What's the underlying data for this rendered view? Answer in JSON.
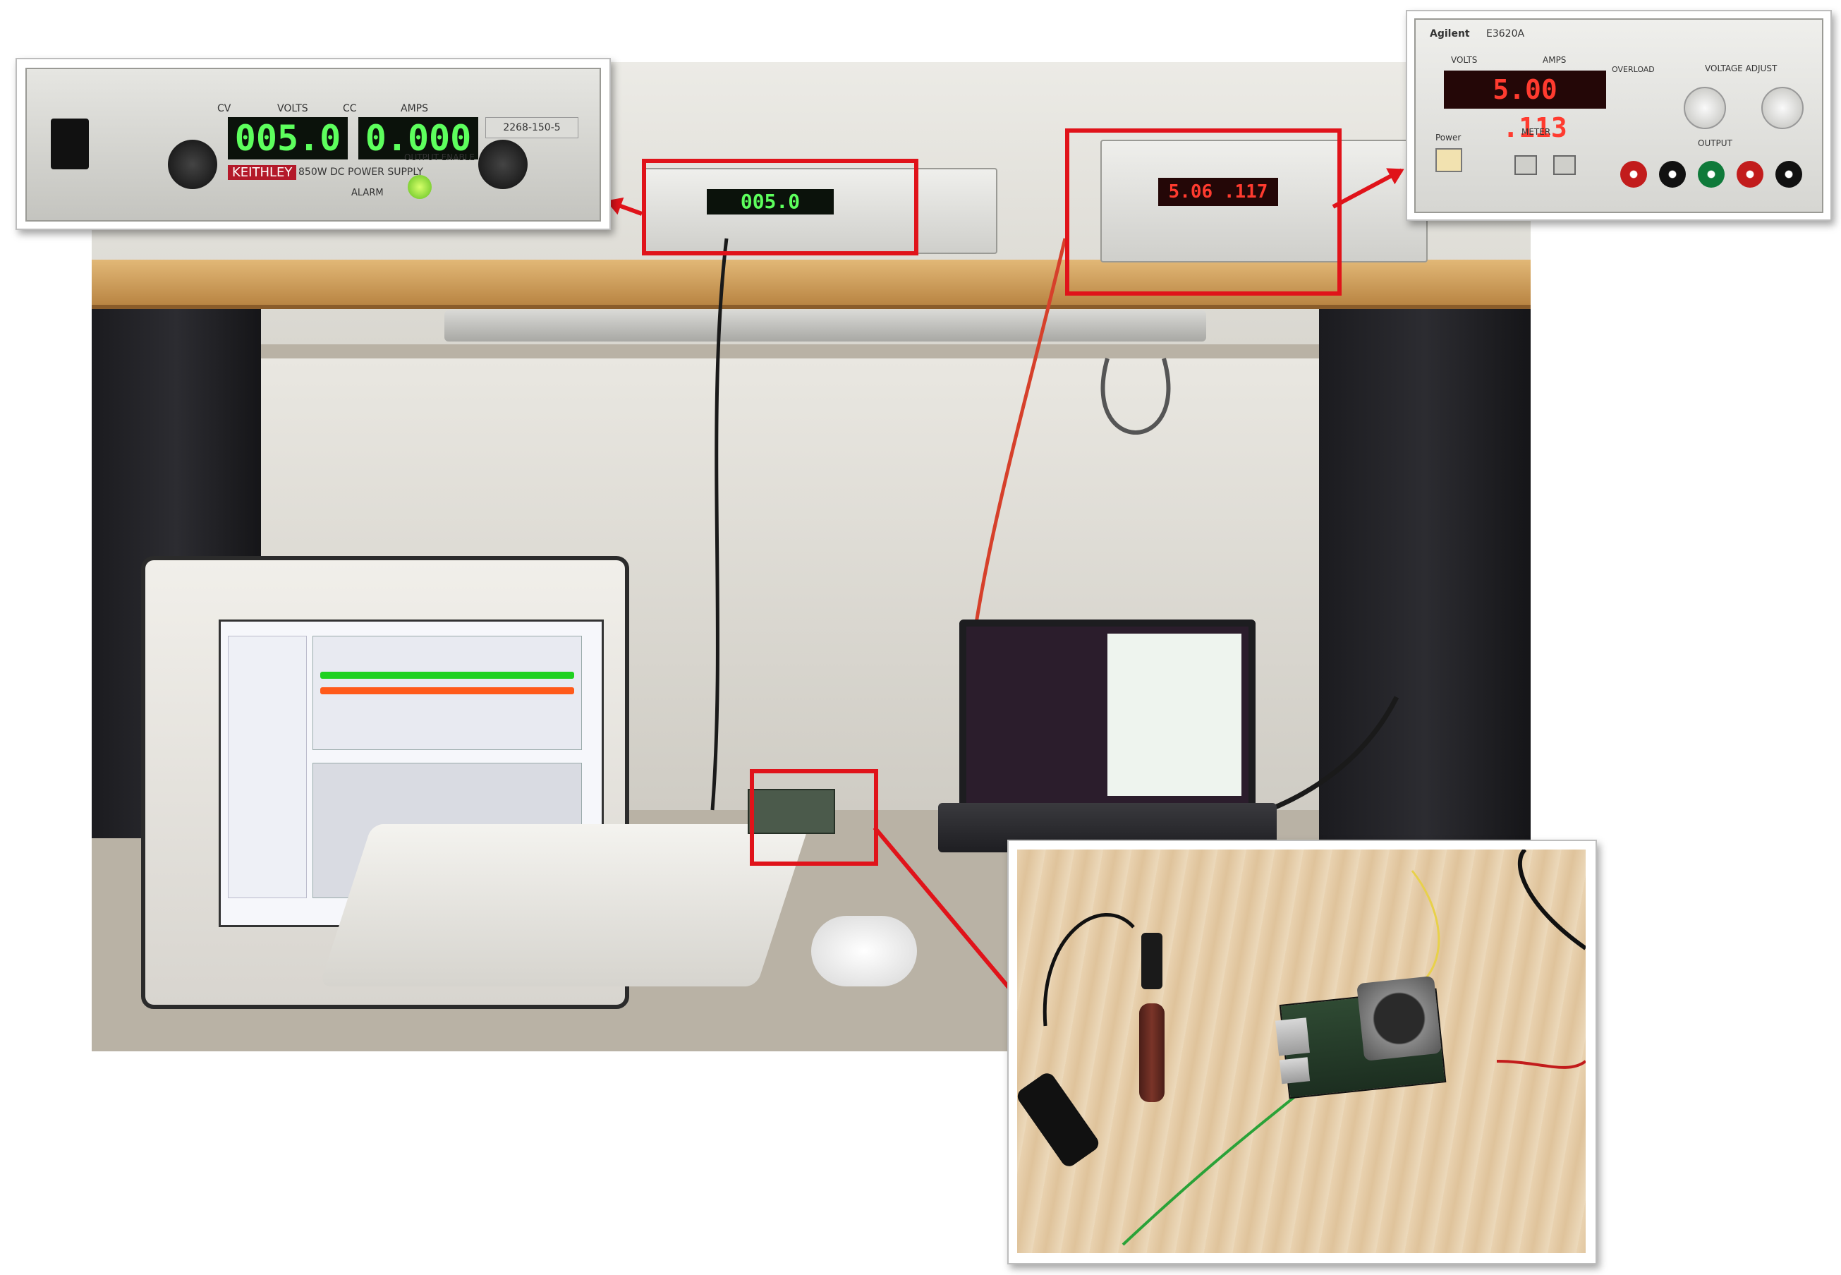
{
  "keithley_supply": {
    "brand": "KEITHLEY",
    "model_text": "850W DC POWER SUPPLY",
    "model_number": "2268-150-5",
    "volts_label": "VOLTS",
    "amps_label": "AMPS",
    "cv_label": "CV",
    "cc_label": "CC",
    "alarm_label": "ALARM",
    "output_enable_label": "OUTPUT ENABLE",
    "volts_reading": "005.0",
    "amps_reading": "0.000"
  },
  "agilent_supply": {
    "brand": "Agilent",
    "model_number": "E3620A",
    "volts_label": "VOLTS",
    "amps_label": "AMPS",
    "overload_label": "OVERLOAD",
    "voltage_adjust_label": "VOLTAGE ADJUST",
    "meter_label": "METER",
    "output_label": "OUTPUT",
    "power_label": "Power",
    "volts_reading": "5.00",
    "amps_reading": ".113",
    "shelf_view_volts": "5.06",
    "shelf_view_amps": ".117"
  },
  "colors": {
    "callout": "#e0131a",
    "lcd_green": "#5dff5d",
    "lcd_red": "#ff3b2f",
    "trace_green": "#1fd11f",
    "trace_orange": "#ff5a1a"
  },
  "icons": [
    "power-switch-icon",
    "knob-icon",
    "banana-jack-icon"
  ]
}
